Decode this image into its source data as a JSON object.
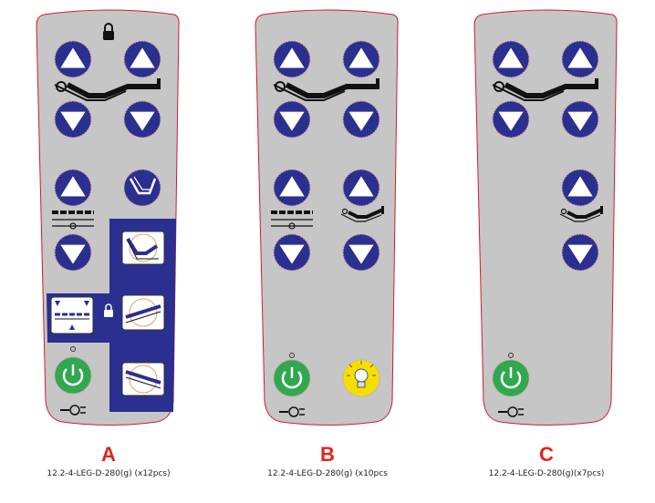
{
  "colors": {
    "body": "#c6c6c6",
    "outline": "#d01c2a",
    "button": "#2b2f8f",
    "panel": "#2b2f8f",
    "power": "#2fa84f",
    "light": "#f3e000",
    "label": "#e0241b"
  },
  "remotes": [
    {
      "letter": "A",
      "code": "12.2-4-LEG-D-280(g) (x12pcs)"
    },
    {
      "letter": "B",
      "code": "12.2-4-LEG-D-280(g) (x10pcs"
    },
    {
      "letter": "C",
      "code": "12.2-4-LEG-D-280(g)(x7pcs)"
    }
  ],
  "icons": [
    "lock-icon",
    "bed-backrest-legrest-icon",
    "bed-height-icon",
    "bed-tilt-icon",
    "nurse-position-icon",
    "power-icon",
    "plug-icon",
    "lightbulb-icon"
  ]
}
